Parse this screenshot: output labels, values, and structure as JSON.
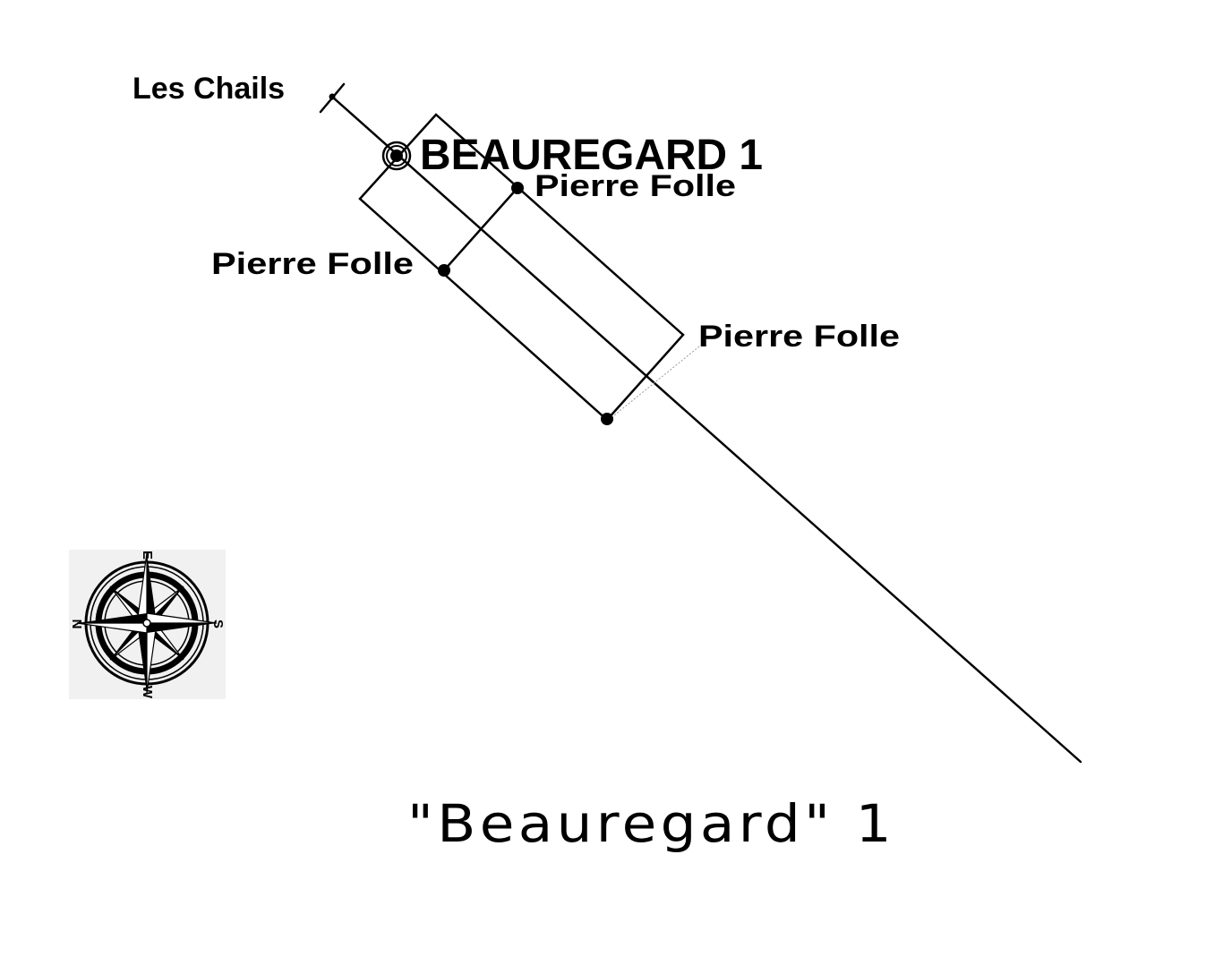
{
  "map": {
    "labels": {
      "les_chails": "Les Chails",
      "beauregard_marker": "BEAUREGARD 1",
      "pierre_folle_top": "Pierre Folle",
      "pierre_folle_left": "Pierre Folle",
      "pierre_folle_right": "Pierre Folle"
    },
    "title": "\"Beauregard\" 1",
    "colors": {
      "ink": "#000000",
      "leader": "#9a9a9a",
      "compass_background": "#f1f1f1"
    },
    "compass": {
      "icon": "compass-rose-icon",
      "letters": {
        "north": "N",
        "south": "S",
        "east": "E",
        "west": "W"
      }
    }
  }
}
